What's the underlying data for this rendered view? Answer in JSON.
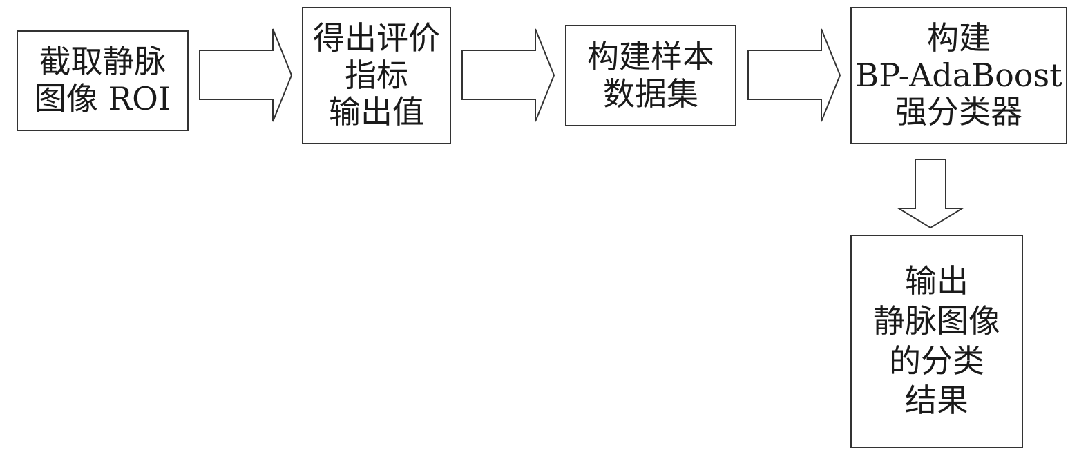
{
  "diagram": {
    "nodes": [
      {
        "id": "roi",
        "lines": [
          "截取静脉",
          "图像 ROI"
        ]
      },
      {
        "id": "metrics",
        "lines": [
          "得出评价",
          "指标",
          "输出值"
        ]
      },
      {
        "id": "dataset",
        "lines": [
          "构建样本",
          "数据集"
        ]
      },
      {
        "id": "classifier",
        "lines": [
          "构建",
          "BP-AdaBoost",
          "强分类器"
        ]
      },
      {
        "id": "result",
        "lines": [
          "输出",
          "静脉图像",
          "的分类",
          "结果"
        ]
      }
    ],
    "edges": [
      {
        "from": "roi",
        "to": "metrics"
      },
      {
        "from": "metrics",
        "to": "dataset"
      },
      {
        "from": "dataset",
        "to": "classifier"
      },
      {
        "from": "classifier",
        "to": "result"
      }
    ]
  }
}
